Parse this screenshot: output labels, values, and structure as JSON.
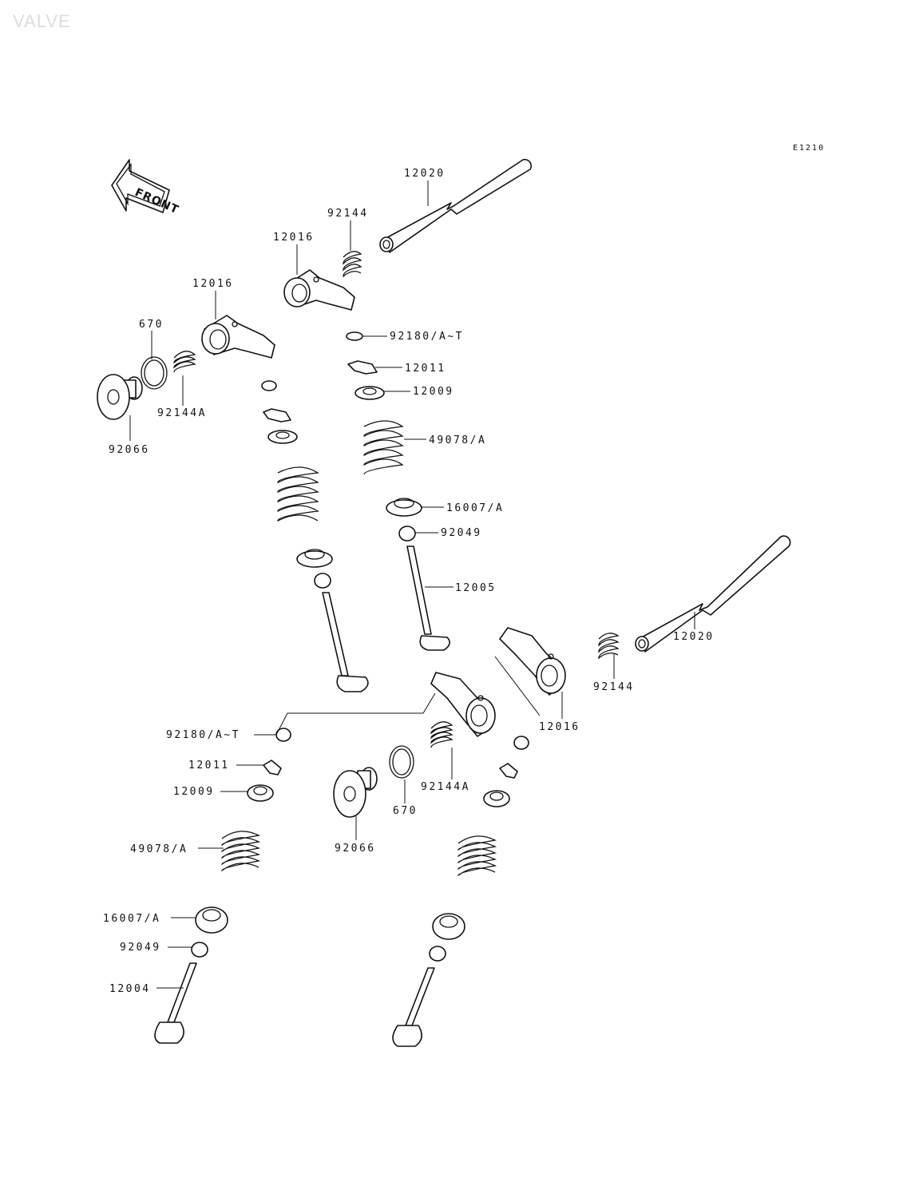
{
  "header": {
    "title": "VALVE",
    "diagram_code": "E1210"
  },
  "front_arrow": {
    "label": "FRONT"
  },
  "callouts": [
    "12020",
    "92144",
    "12016",
    "12016",
    "670",
    "92144A",
    "92066",
    "92180/A~T",
    "12011",
    "12009",
    "49078/A",
    "16007/A",
    "92049",
    "12005",
    "12020",
    "92144",
    "12016",
    "92180/A~T",
    "12011",
    "12009",
    "92144A",
    "670",
    "92066",
    "49078/A",
    "16007/A",
    "92049",
    "12004"
  ]
}
